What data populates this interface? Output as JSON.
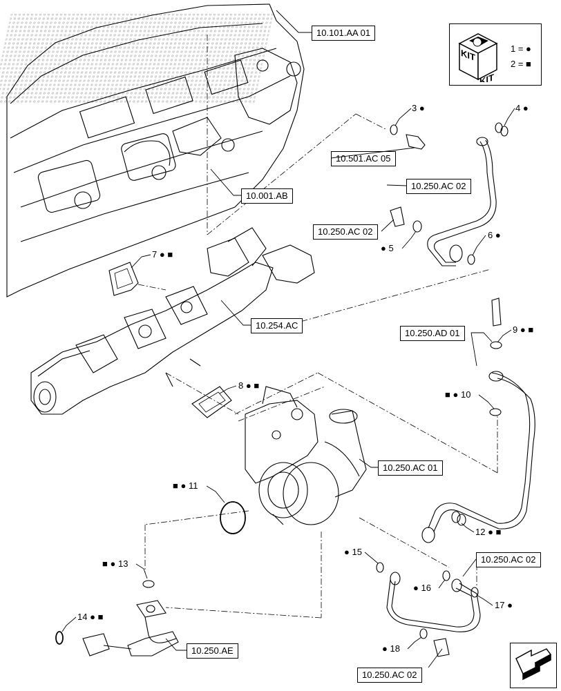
{
  "references": {
    "r_10101aa01": "10.101.AA 01",
    "r_10501ac05": "10.501.AC 05",
    "r_10250ac02_top": "10.250.AC 02",
    "r_10001ab": "10.001.AB",
    "r_10250ac02_mid": "10.250.AC 02",
    "r_10254ac": "10.254.AC",
    "r_10250ad01": "10.250.AD 01",
    "r_10250ac01": "10.250.AC 01",
    "r_10250ac02_right": "10.250.AC 02",
    "r_10250ae": "10.250.AE",
    "r_10250ac02_bottom": "10.250.AC 02"
  },
  "callouts": {
    "c3": "3",
    "c4": "4",
    "c5": "5",
    "c6": "6",
    "c7": "7",
    "c8": "8",
    "c9": "9",
    "c10": "10",
    "c11": "11",
    "c12": "12",
    "c13": "13",
    "c14": "14",
    "c15": "15",
    "c16": "16",
    "c17": "17",
    "c18": "18"
  },
  "kit_legend": {
    "kit_label_1": "KIT",
    "kit_label_2": "KIT",
    "item1": "1 = ●",
    "item2": "2 = ■"
  },
  "symbols": {
    "dot": "●",
    "square": "■"
  },
  "colors": {
    "line": "#000000",
    "background": "#ffffff"
  }
}
